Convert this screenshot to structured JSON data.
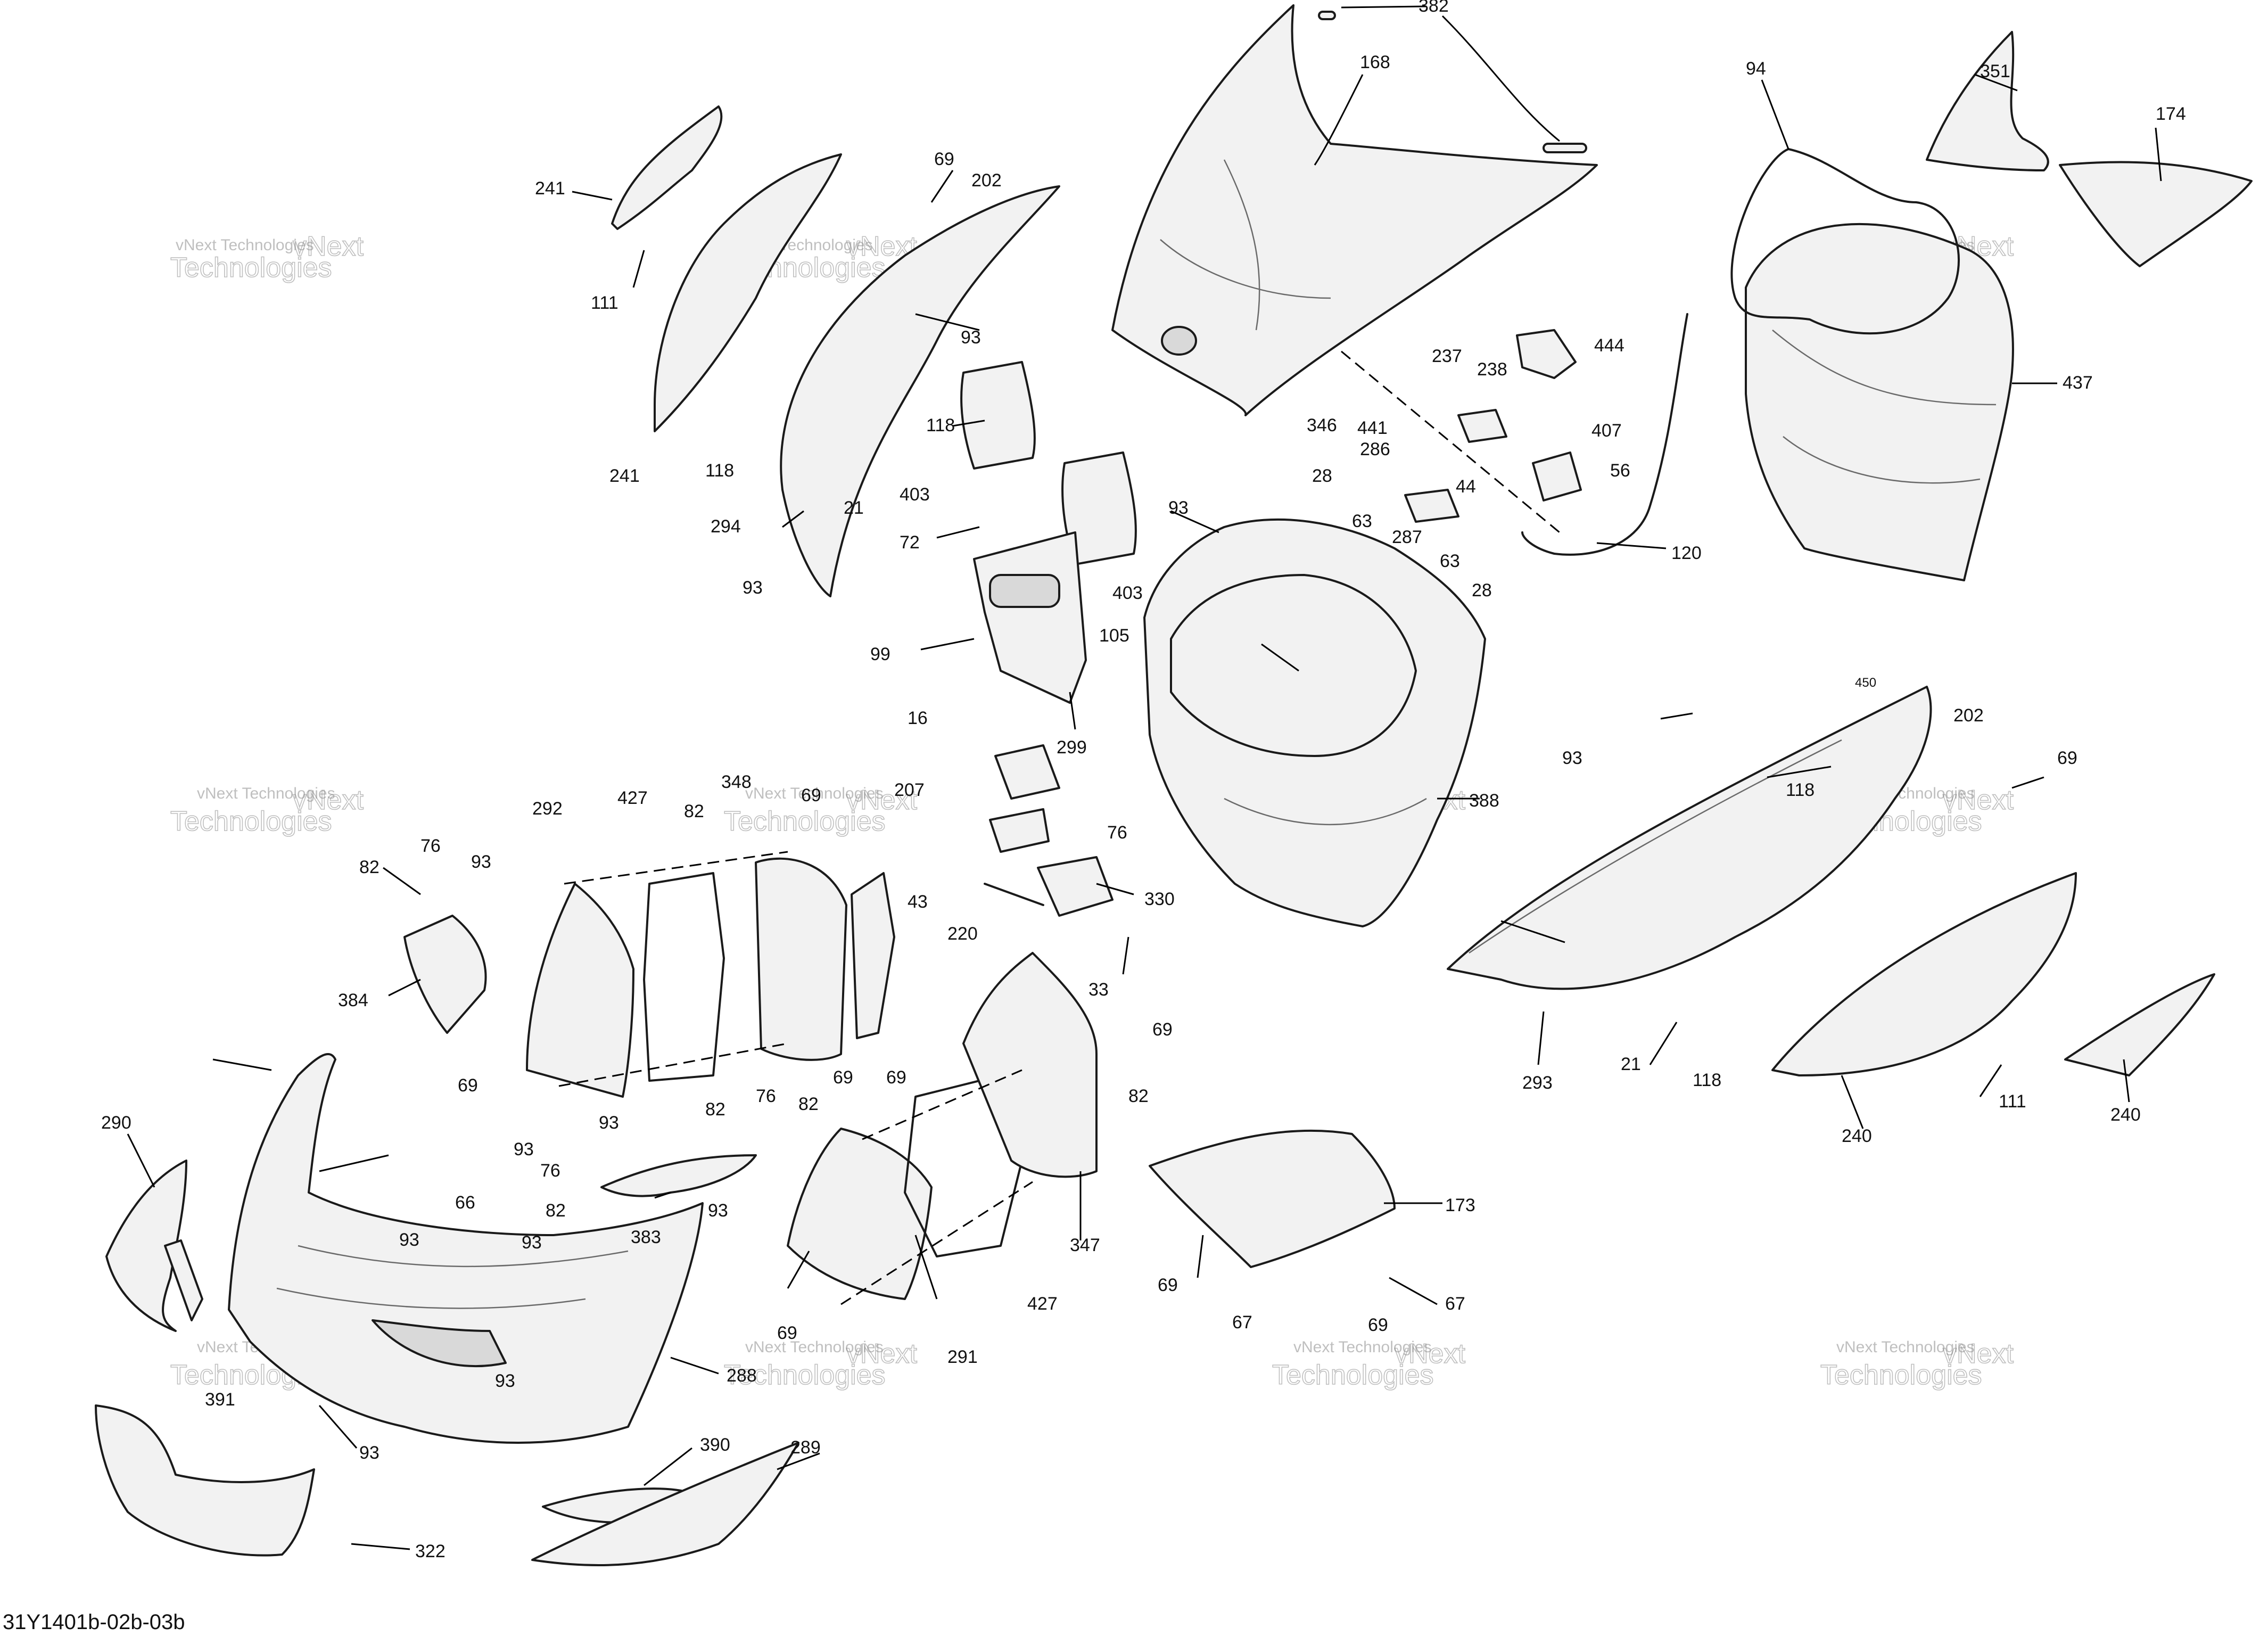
{
  "diagram_code": "31Y1401b-02b-03b",
  "watermark": {
    "line1": "vNext Technologies",
    "line2": "Technologies",
    "line2_prefix": "vNext"
  },
  "callouts": [
    "382",
    "168",
    "94",
    "351",
    "174",
    "241",
    "111",
    "241",
    "118",
    "69",
    "202",
    "93",
    "118",
    "21",
    "294",
    "93",
    "403",
    "72",
    "403",
    "99",
    "299",
    "237",
    "238",
    "444",
    "346",
    "441",
    "286",
    "44",
    "407",
    "56",
    "63",
    "287",
    "63",
    "28",
    "93",
    "28",
    "120",
    "105",
    "437",
    "16",
    "207",
    "388",
    "450",
    "93",
    "118",
    "202",
    "69",
    "292",
    "427",
    "82",
    "348",
    "69",
    "76",
    "93",
    "82",
    "384",
    "76",
    "43",
    "220",
    "330",
    "33",
    "293",
    "21",
    "118",
    "111",
    "240",
    "240",
    "69",
    "69",
    "93",
    "69",
    "82",
    "76",
    "69",
    "82",
    "93",
    "76",
    "82",
    "383",
    "93",
    "290",
    "66",
    "93",
    "93",
    "391",
    "69",
    "291",
    "427",
    "347",
    "82",
    "173",
    "69",
    "67",
    "69",
    "67",
    "288",
    "93",
    "93",
    "390",
    "289",
    "322"
  ]
}
